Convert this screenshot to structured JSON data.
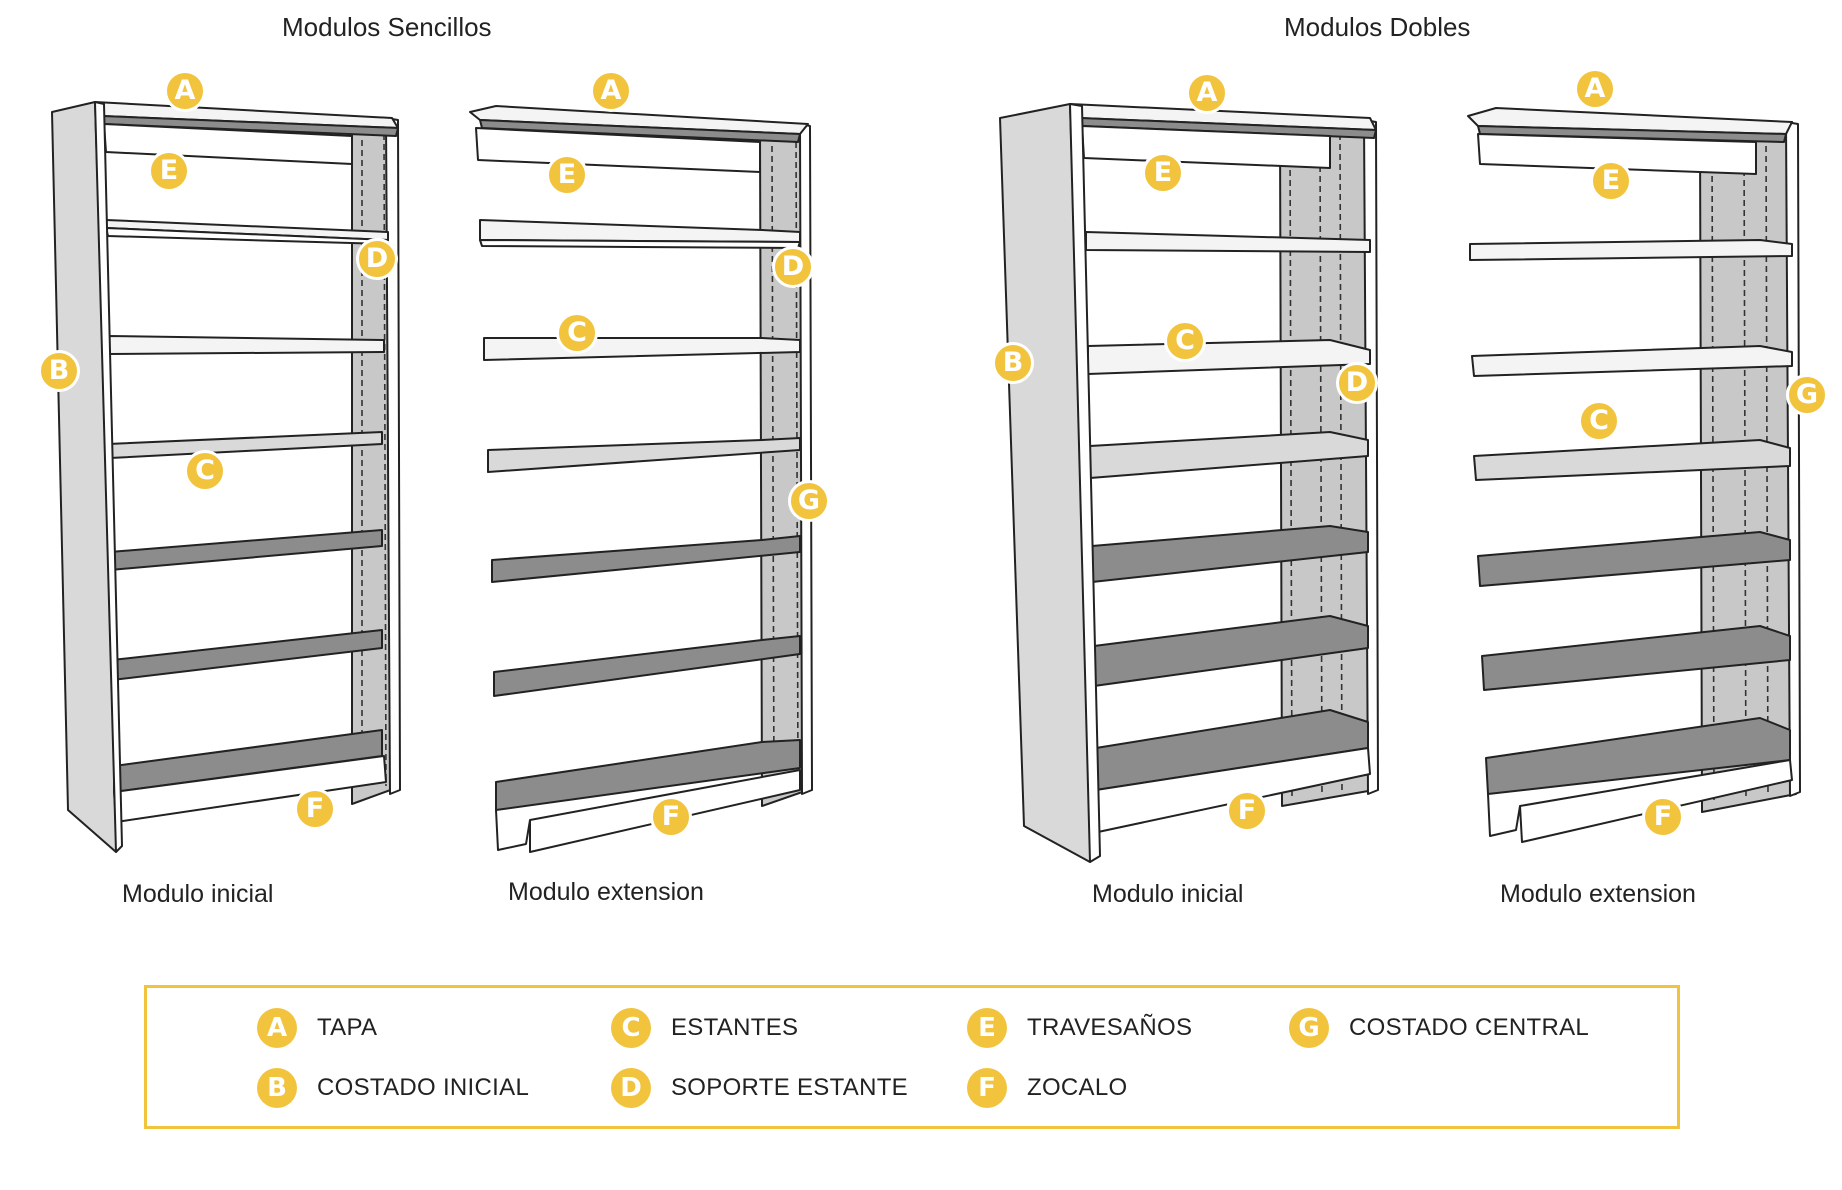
{
  "headings": {
    "single": "Modulos Sencillos",
    "double": "Modulos Dobles"
  },
  "sublabels": {
    "single_initial": "Modulo inicial",
    "single_extension": "Modulo extension",
    "double_initial": "Modulo inicial",
    "double_extension": "Modulo extension"
  },
  "badges": {
    "a": "A",
    "b": "B",
    "c": "C",
    "d": "D",
    "e": "E",
    "f": "F",
    "g": "G"
  },
  "legend": {
    "items": [
      {
        "letter": "A",
        "label": "TAPA"
      },
      {
        "letter": "B",
        "label": "COSTADO INICIAL"
      },
      {
        "letter": "C",
        "label": "ESTANTES"
      },
      {
        "letter": "D",
        "label": "SOPORTE ESTANTE"
      },
      {
        "letter": "E",
        "label": "TRAVESAÑOS"
      },
      {
        "letter": "F",
        "label": "ZOCALO"
      },
      {
        "letter": "G",
        "label": "COSTADO CENTRAL"
      }
    ]
  },
  "colors": {
    "accent": "#F2C33D",
    "panel_light": "#e6e6e6",
    "panel_mid": "#d2d2d2",
    "shelf_dark": "#8a8a8a",
    "outline": "#222222"
  }
}
